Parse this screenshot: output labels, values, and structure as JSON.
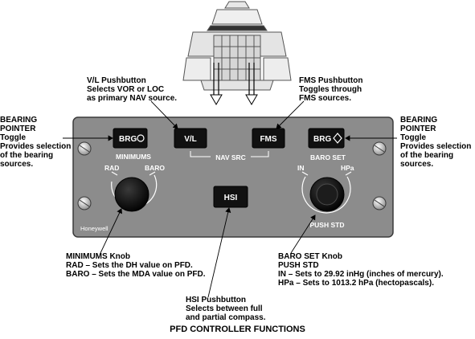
{
  "callouts": {
    "vl": {
      "title": "V/L Pushbutton",
      "lines": [
        "Selects VOR or LOC",
        "as primary NAV source."
      ]
    },
    "fms": {
      "title": "FMS Pushbutton",
      "lines": [
        "Toggles through",
        "FMS sources."
      ]
    },
    "bearing_left": {
      "title": "BEARING",
      "lines": [
        "POINTER",
        "Toggle",
        "Provides selection",
        "of the bearing",
        "sources."
      ]
    },
    "bearing_right": {
      "title": "BEARING",
      "lines": [
        "POINTER",
        "Toggle",
        "Provides selection",
        "of the bearing",
        "sources."
      ]
    },
    "minimums": {
      "title": "MINIMUMS Knob",
      "lines": [
        "RAD – Sets the DH value on PFD.",
        "BARO – Sets the MDA value on PFD."
      ]
    },
    "baro": {
      "title": "BARO SET Knob",
      "lines": [
        "PUSH STD",
        "IN – Sets to 29.92 inHg (inches of mercury).",
        "HPa – Sets to 1013.2 hPa (hectopascals)."
      ]
    },
    "hsi": {
      "title": "HSI Pushbutton",
      "lines": [
        "Selects between full",
        "and partial compass."
      ]
    }
  },
  "panel": {
    "brg_left": "BRG",
    "vl": "V/L",
    "fms": "FMS",
    "brg_right": "BRG",
    "minimums": "MINIMUMS",
    "nav_src": "NAV SRC",
    "baro_set": "BARO SET",
    "rad": "RAD",
    "baro": "BARO",
    "in": "IN",
    "hpa": "HPa",
    "hsi": "HSI",
    "push_std": "PUSH STD",
    "brand": "Honeywell"
  },
  "caption": "PFD CONTROLLER FUNCTIONS"
}
